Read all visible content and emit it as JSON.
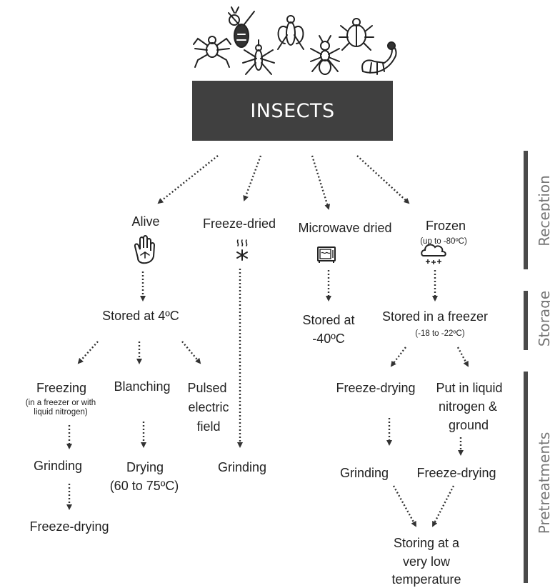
{
  "title": "INSECTS",
  "phases": {
    "reception": "Reception",
    "storage": "Storage",
    "pretreatments": "Pretreatments"
  },
  "reception": {
    "alive": "Alive",
    "freeze_dried": "Freeze-dried",
    "microwave_dried": "Microwave dried",
    "frozen": "Frozen",
    "frozen_note": "(up to -80ºC)"
  },
  "storage": {
    "alive_stored": "Stored at 4ºC",
    "microwave_stored_line1": "Stored at",
    "microwave_stored_line2": "-40ºC",
    "frozen_stored": "Stored in a freezer",
    "frozen_stored_note": "(-18 to -22ºC)"
  },
  "pretreatments": {
    "freezing": "Freezing",
    "freezing_note_line1": "(in a freezer or with",
    "freezing_note_line2": "liquid nitrogen)",
    "blanching": "Blanching",
    "pulsed_line1": "Pulsed",
    "pulsed_line2": "electric",
    "pulsed_line3": "field",
    "grinding_a": "Grinding",
    "freeze_drying_a": "Freeze-drying",
    "drying_line1": "Drying",
    "drying_line2": "(60 to 75ºC)",
    "grinding_b": "Grinding",
    "freeze_drying_b": "Freeze-drying",
    "liquid_line1": "Put in liquid",
    "liquid_line2": "nitrogen &",
    "liquid_line3": "ground",
    "grinding_c": "Grinding",
    "freeze_drying_c": "Freeze-drying",
    "storing_line1": "Storing at a",
    "storing_line2": "very low",
    "storing_line3": "temperature"
  },
  "icons": [
    "spider-icon",
    "wasp-icon",
    "mosquito-icon",
    "fly-icon",
    "ant-icon",
    "beetle-icon",
    "larva-icon",
    "hand-icon",
    "freeze-dry-icon",
    "microwave-icon",
    "frozen-cloud-icon"
  ]
}
